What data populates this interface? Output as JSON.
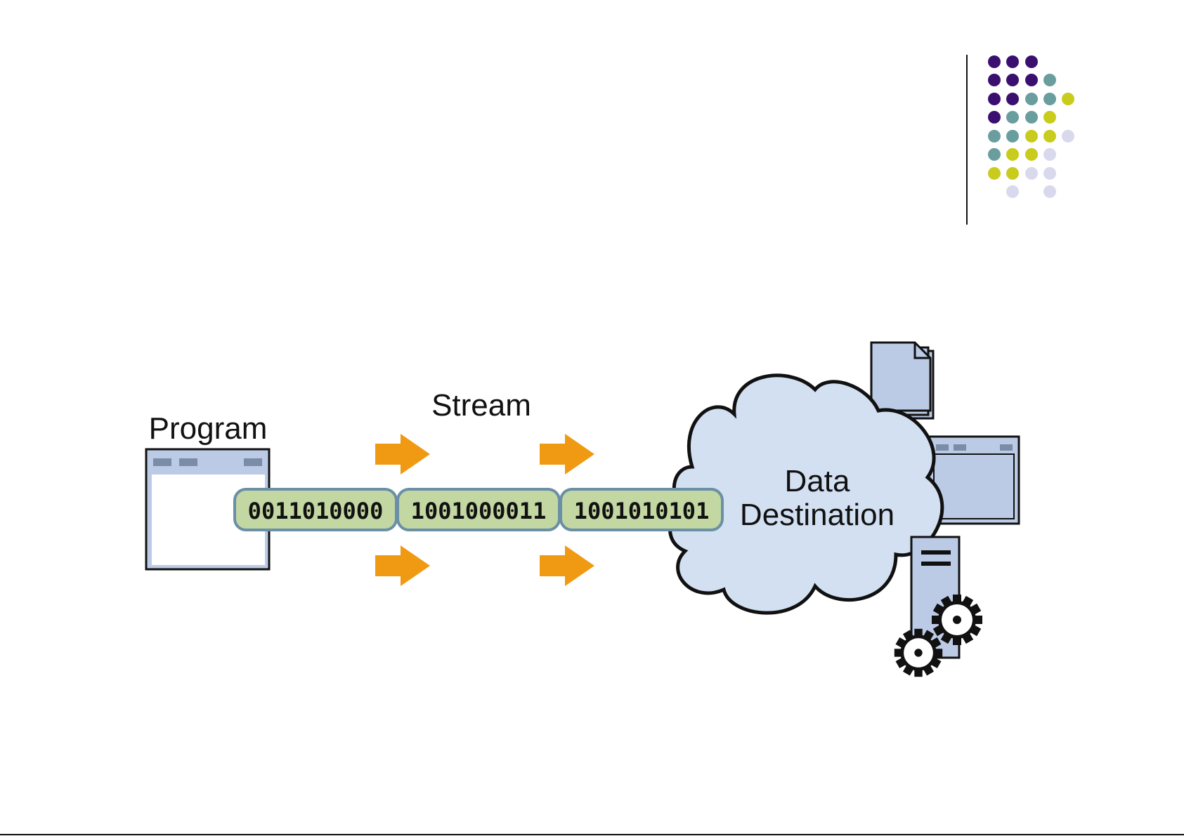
{
  "labels": {
    "program": "Program",
    "stream": "Stream",
    "destination_line1": "Data",
    "destination_line2": "Destination"
  },
  "stream_segments": [
    {
      "bits": "0011010000"
    },
    {
      "bits": "1001000011"
    },
    {
      "bits": "1001010101"
    }
  ],
  "colors": {
    "purple": "#3b0f70",
    "teal": "#6a9e9e",
    "yellow": "#c9cc1c",
    "lavender": "#d9d9ee",
    "arrow": "#f09a13",
    "segment_fill": "#c3d7a2",
    "segment_stroke": "#6a8fa6",
    "window_fill": "#bccbe5",
    "cloud_fill": "#d3e0f2"
  },
  "icons": [
    "program-window-icon",
    "document-icon",
    "window-icon",
    "server-tower-icon",
    "gear-icon",
    "cloud-shape"
  ]
}
